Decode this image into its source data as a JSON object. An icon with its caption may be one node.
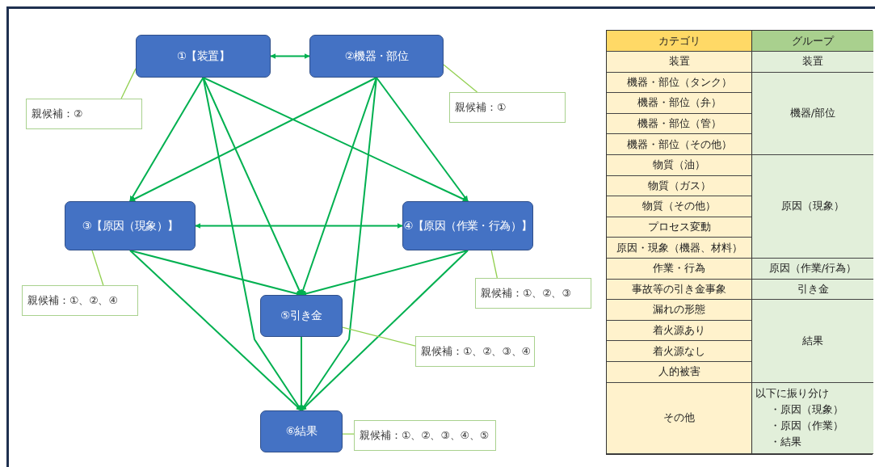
{
  "diagram": {
    "nodes": [
      {
        "text": [
          "①【装置】"
        ]
      },
      {
        "text": [
          "②機器・部位"
        ]
      },
      {
        "text": [
          "③【原因（現象）】"
        ]
      },
      {
        "text": [
          "④【原因（作業・行為）】"
        ]
      },
      {
        "text": [
          "⑤引き金"
        ]
      },
      {
        "text": [
          "⑥結果"
        ]
      },
      {
        "text": [
          "親候補：②"
        ]
      },
      {
        "text": [
          "親候補：①"
        ]
      },
      {
        "text": [
          "親候補：①、②、④"
        ]
      },
      {
        "text": [
          "親候補：①、②、③"
        ]
      },
      {
        "text": [
          "親候補：①、②、③、④"
        ]
      },
      {
        "text": [
          "親候補：①、②、③、④、⑤"
        ]
      }
    ],
    "edges": [
      {
        "from": 0,
        "to": 1,
        "arrow": "both"
      },
      {
        "from": 0,
        "to": 2,
        "arrow": "to"
      },
      {
        "from": 0,
        "to": 3,
        "arrow": "to"
      },
      {
        "from": 0,
        "to": 4,
        "arrow": "to"
      },
      {
        "from": 0,
        "to": 5,
        "arrow": "to"
      },
      {
        "from": 1,
        "to": 2,
        "arrow": "to"
      },
      {
        "from": 1,
        "to": 3,
        "arrow": "to"
      },
      {
        "from": 1,
        "to": 4,
        "arrow": "to"
      },
      {
        "from": 1,
        "to": 5,
        "arrow": "to"
      },
      {
        "from": 2,
        "to": 3,
        "arrow": "both"
      },
      {
        "from": 2,
        "to": 4,
        "arrow": "to"
      },
      {
        "from": 2,
        "to": 5,
        "arrow": "to"
      },
      {
        "from": 3,
        "to": 4,
        "arrow": "to"
      },
      {
        "from": 3,
        "to": 5,
        "arrow": "to"
      },
      {
        "from": 4,
        "to": 5,
        "arrow": "to"
      },
      {
        "from": 6,
        "to": 0,
        "arrow": "none",
        "color": "#92d050"
      },
      {
        "from": 7,
        "to": 1,
        "arrow": "none",
        "color": "#92d050"
      },
      {
        "from": 8,
        "to": 2,
        "arrow": "none",
        "color": "#92d050"
      },
      {
        "from": 9,
        "to": 3,
        "arrow": "none",
        "color": "#92d050"
      },
      {
        "from": 10,
        "to": 4,
        "arrow": "none",
        "color": "#92d050"
      },
      {
        "from": 11,
        "to": 5,
        "arrow": "none",
        "color": "#92d050"
      }
    ],
    "labels": [
      "カテゴリ",
      "グループ",
      "装置",
      "装置",
      "機器・部位（タンク）",
      "機器/部位",
      "機器・部位（弁）",
      "機器・部位（管）",
      "機器・部位（その他）",
      "物質（油）",
      "原因（現象）",
      "物質（ガス）",
      "物質（その他）",
      "プロセス変動",
      "原因・現象（機器、材料）",
      "作業・行為",
      "原因（作業/行為）",
      "事故等の引き金事象",
      "引き金",
      "漏れの形態",
      "結果",
      "着火源あり",
      "着火源なし",
      "人的被害",
      "その他",
      "以下に振り分け",
      "・原因（現象）",
      "・原因（作業）",
      "・結果"
    ]
  }
}
